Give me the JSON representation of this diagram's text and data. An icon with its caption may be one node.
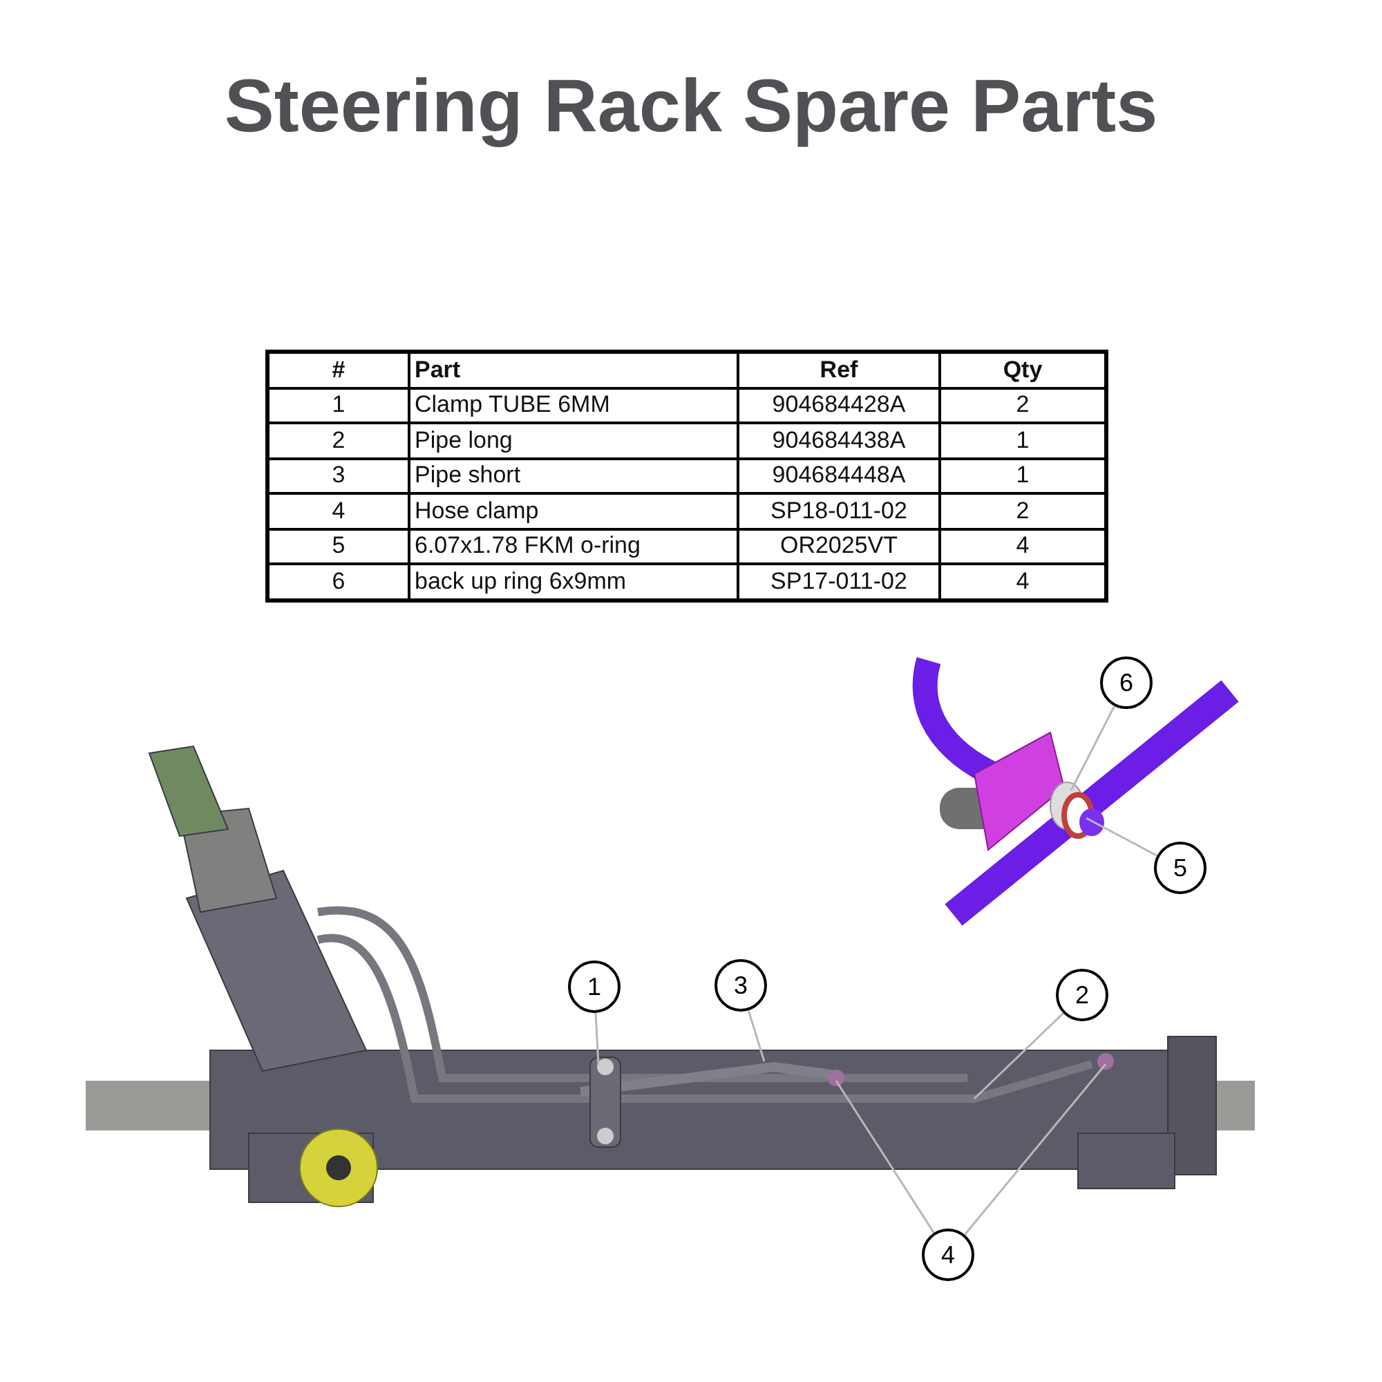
{
  "diagram": {
    "title": "Steering Rack Spare Parts",
    "nodes": [
      {
        "text": [
          "1"
        ]
      },
      {
        "text": [
          "3"
        ]
      },
      {
        "text": [
          "2"
        ]
      },
      {
        "text": [
          "4"
        ]
      },
      {
        "text": [
          "6"
        ]
      },
      {
        "text": [
          "5"
        ]
      }
    ],
    "edges": [
      {
        "from": 0,
        "to": null,
        "arrow": "none"
      },
      {
        "from": 1,
        "to": null,
        "arrow": "none"
      },
      {
        "from": 2,
        "to": null,
        "arrow": "none"
      },
      {
        "from": 3,
        "to": null,
        "arrow": "none"
      },
      {
        "from": 3,
        "to": null,
        "arrow": "none"
      },
      {
        "from": 4,
        "to": null,
        "arrow": "none"
      },
      {
        "from": 5,
        "to": null,
        "arrow": "none"
      }
    ],
    "labels": [
      "#",
      "Part",
      "Ref",
      "Qty",
      "1",
      "Clamp TUBE 6MM",
      "904684428A",
      "2",
      "2",
      "Pipe long",
      "904684438A",
      "1",
      "3",
      "Pipe short",
      "904684448A",
      "1",
      "4",
      "Hose clamp",
      "SP18-011-02",
      "2",
      "5",
      "6.07x1.78 FKM o-ring",
      "OR2025VT",
      "4",
      "6",
      "back up ring 6x9mm",
      "SP17-011-02",
      "4"
    ]
  }
}
